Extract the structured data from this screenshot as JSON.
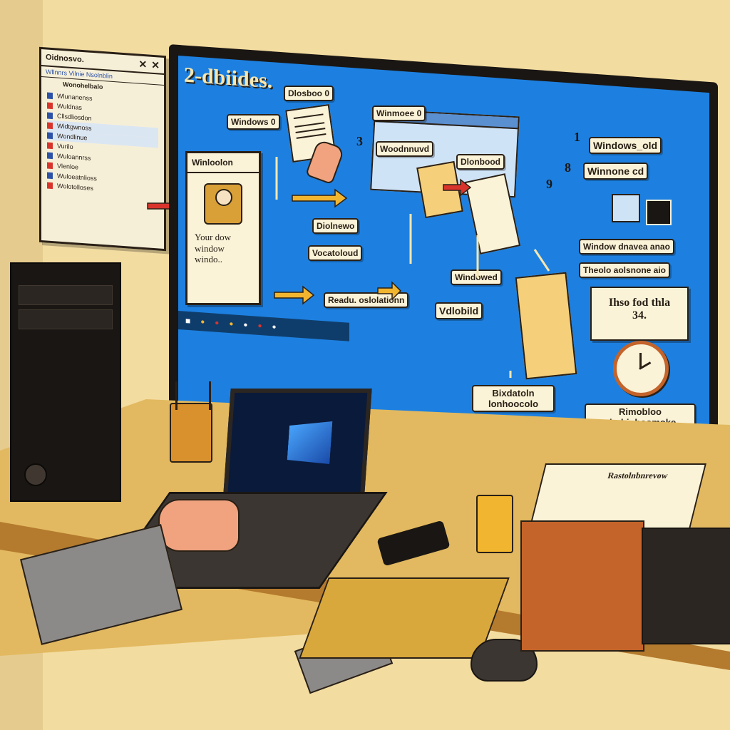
{
  "popup_window": {
    "title": "Oidnosvo.",
    "subtitle": "Wllnnrs Vilnie Nsolnblin",
    "header": "Wonohelbalo",
    "items": [
      "Wlunanenss",
      "Wuldnas",
      "Cllsdliosdon",
      "Widtgwnoss",
      "Wondlinue",
      "Vurilo",
      "Wuloannrss",
      "Vlenloe",
      "Wuloeatnlioss",
      "Wolotolloses"
    ]
  },
  "monitor": {
    "heading": "2-dbiides.",
    "labels": {
      "dlosboo": "Dlosboo 0",
      "windows_left": "Windows 0",
      "windows_top": "Winmoee 0",
      "step3_number": "3",
      "windowvd": "Woodnnuvd",
      "dlonbood": "Dlonbood",
      "step1_number": "1",
      "windows_old": "Windows_old",
      "step8_number": "8",
      "winnone": "Winnone cd",
      "step9_number": "9",
      "winloolon_card_title": "Winloolon",
      "winloolon_card_text": "Your dow window windo..",
      "diolnewo": "Diolnewo",
      "vocatoloud": "Vocatoloud",
      "readu": "Readu. oslolationn",
      "windowsed": "Windowed",
      "vdlobild": "Vdlobild",
      "window_drives": "Window dnavea anao",
      "theolo": "Theolo aolsnone aio",
      "boxed_note": "Ihso fod thla 34.",
      "bixdatoln": "Bixdatoln lonhoocolo",
      "rimobloo": "Rimobloo alarhiohoomoke"
    }
  },
  "papers": {
    "top_sheet": "Rastolnbnrevow"
  },
  "colors": {
    "wall": "#f3dca0",
    "screen_blue": "#1d80e0",
    "desk": "#e2b960",
    "arrow_red": "#d9342c",
    "arrow_yellow": "#f2b530"
  }
}
